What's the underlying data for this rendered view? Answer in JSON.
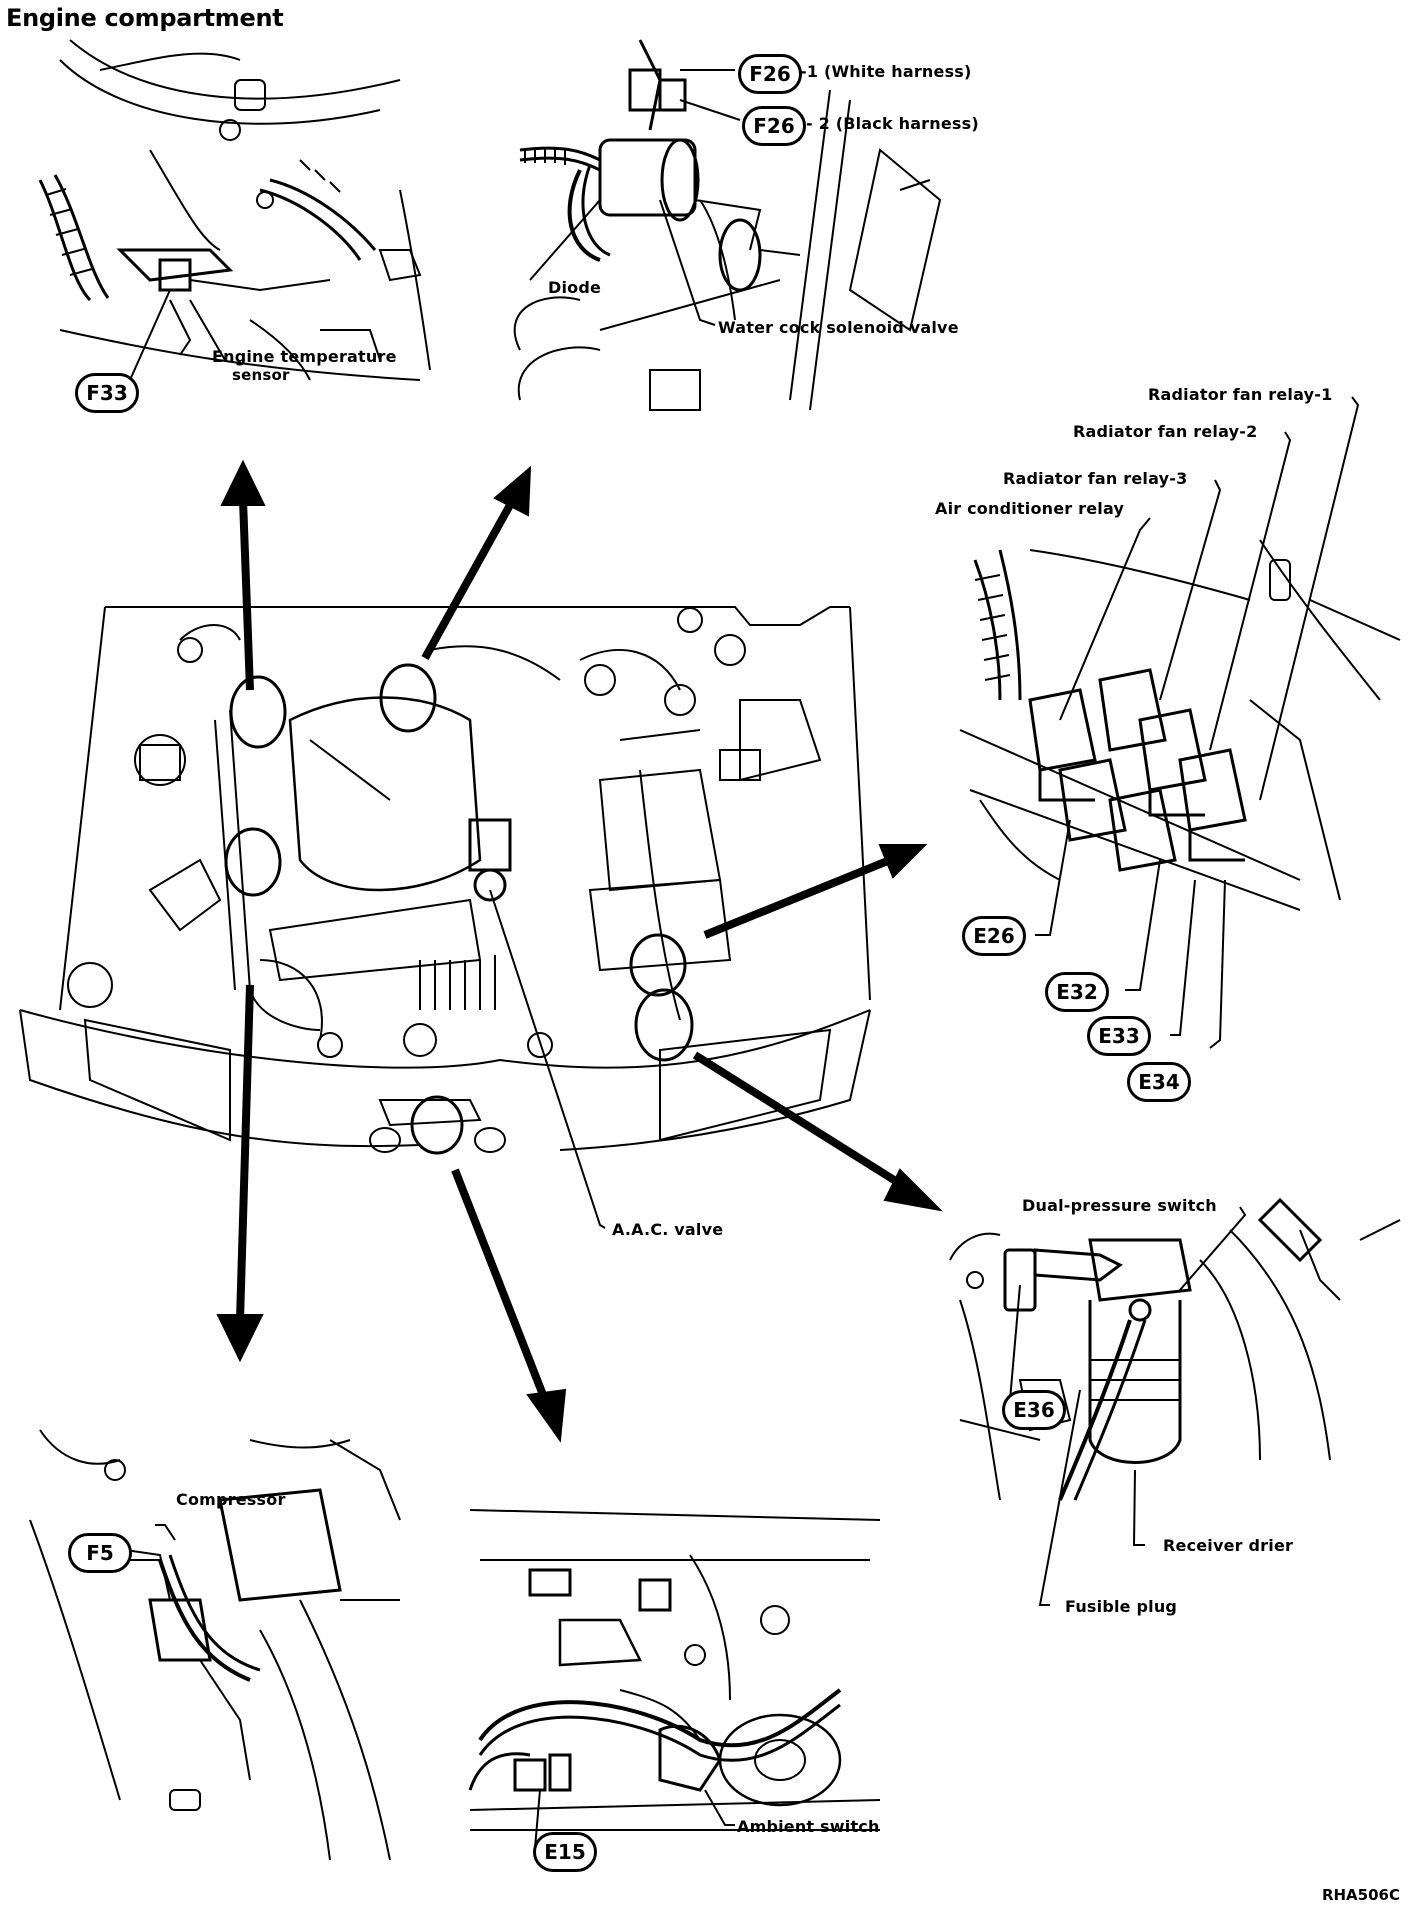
{
  "title": "Engine compartment",
  "reference_code": "RHA506C",
  "colors": {
    "ink": "#000000",
    "paper": "#ffffff"
  },
  "callouts": {
    "top_left": {
      "connector": "F33",
      "labels": [
        "Engine temperature",
        "sensor"
      ]
    },
    "top_center": {
      "connectors": [
        {
          "id": "F26",
          "suffix": "-1 (White harness)"
        },
        {
          "id": "F26",
          "suffix": "- 2 (Black harness)"
        }
      ],
      "labels": {
        "diode": "Diode",
        "water_cock": "Water cock solenoid valve"
      }
    },
    "right_relays": {
      "labels": [
        "Radiator fan relay-1",
        "Radiator fan relay-2",
        "Radiator fan relay-3",
        "Air conditioner relay"
      ],
      "connectors": [
        "E26",
        "E32",
        "E33",
        "E34"
      ]
    },
    "center": {
      "aac_valve": "A.A.C. valve"
    },
    "right_receiver": {
      "labels": {
        "dual_pressure": "Dual-pressure switch",
        "receiver_drier": "Receiver drier",
        "fusible_plug": "Fusible plug"
      },
      "connector": "E36"
    },
    "bottom_left": {
      "label": "Compressor",
      "connector": "F5"
    },
    "bottom_center": {
      "label": "Ambient switch",
      "connector": "E15"
    }
  }
}
